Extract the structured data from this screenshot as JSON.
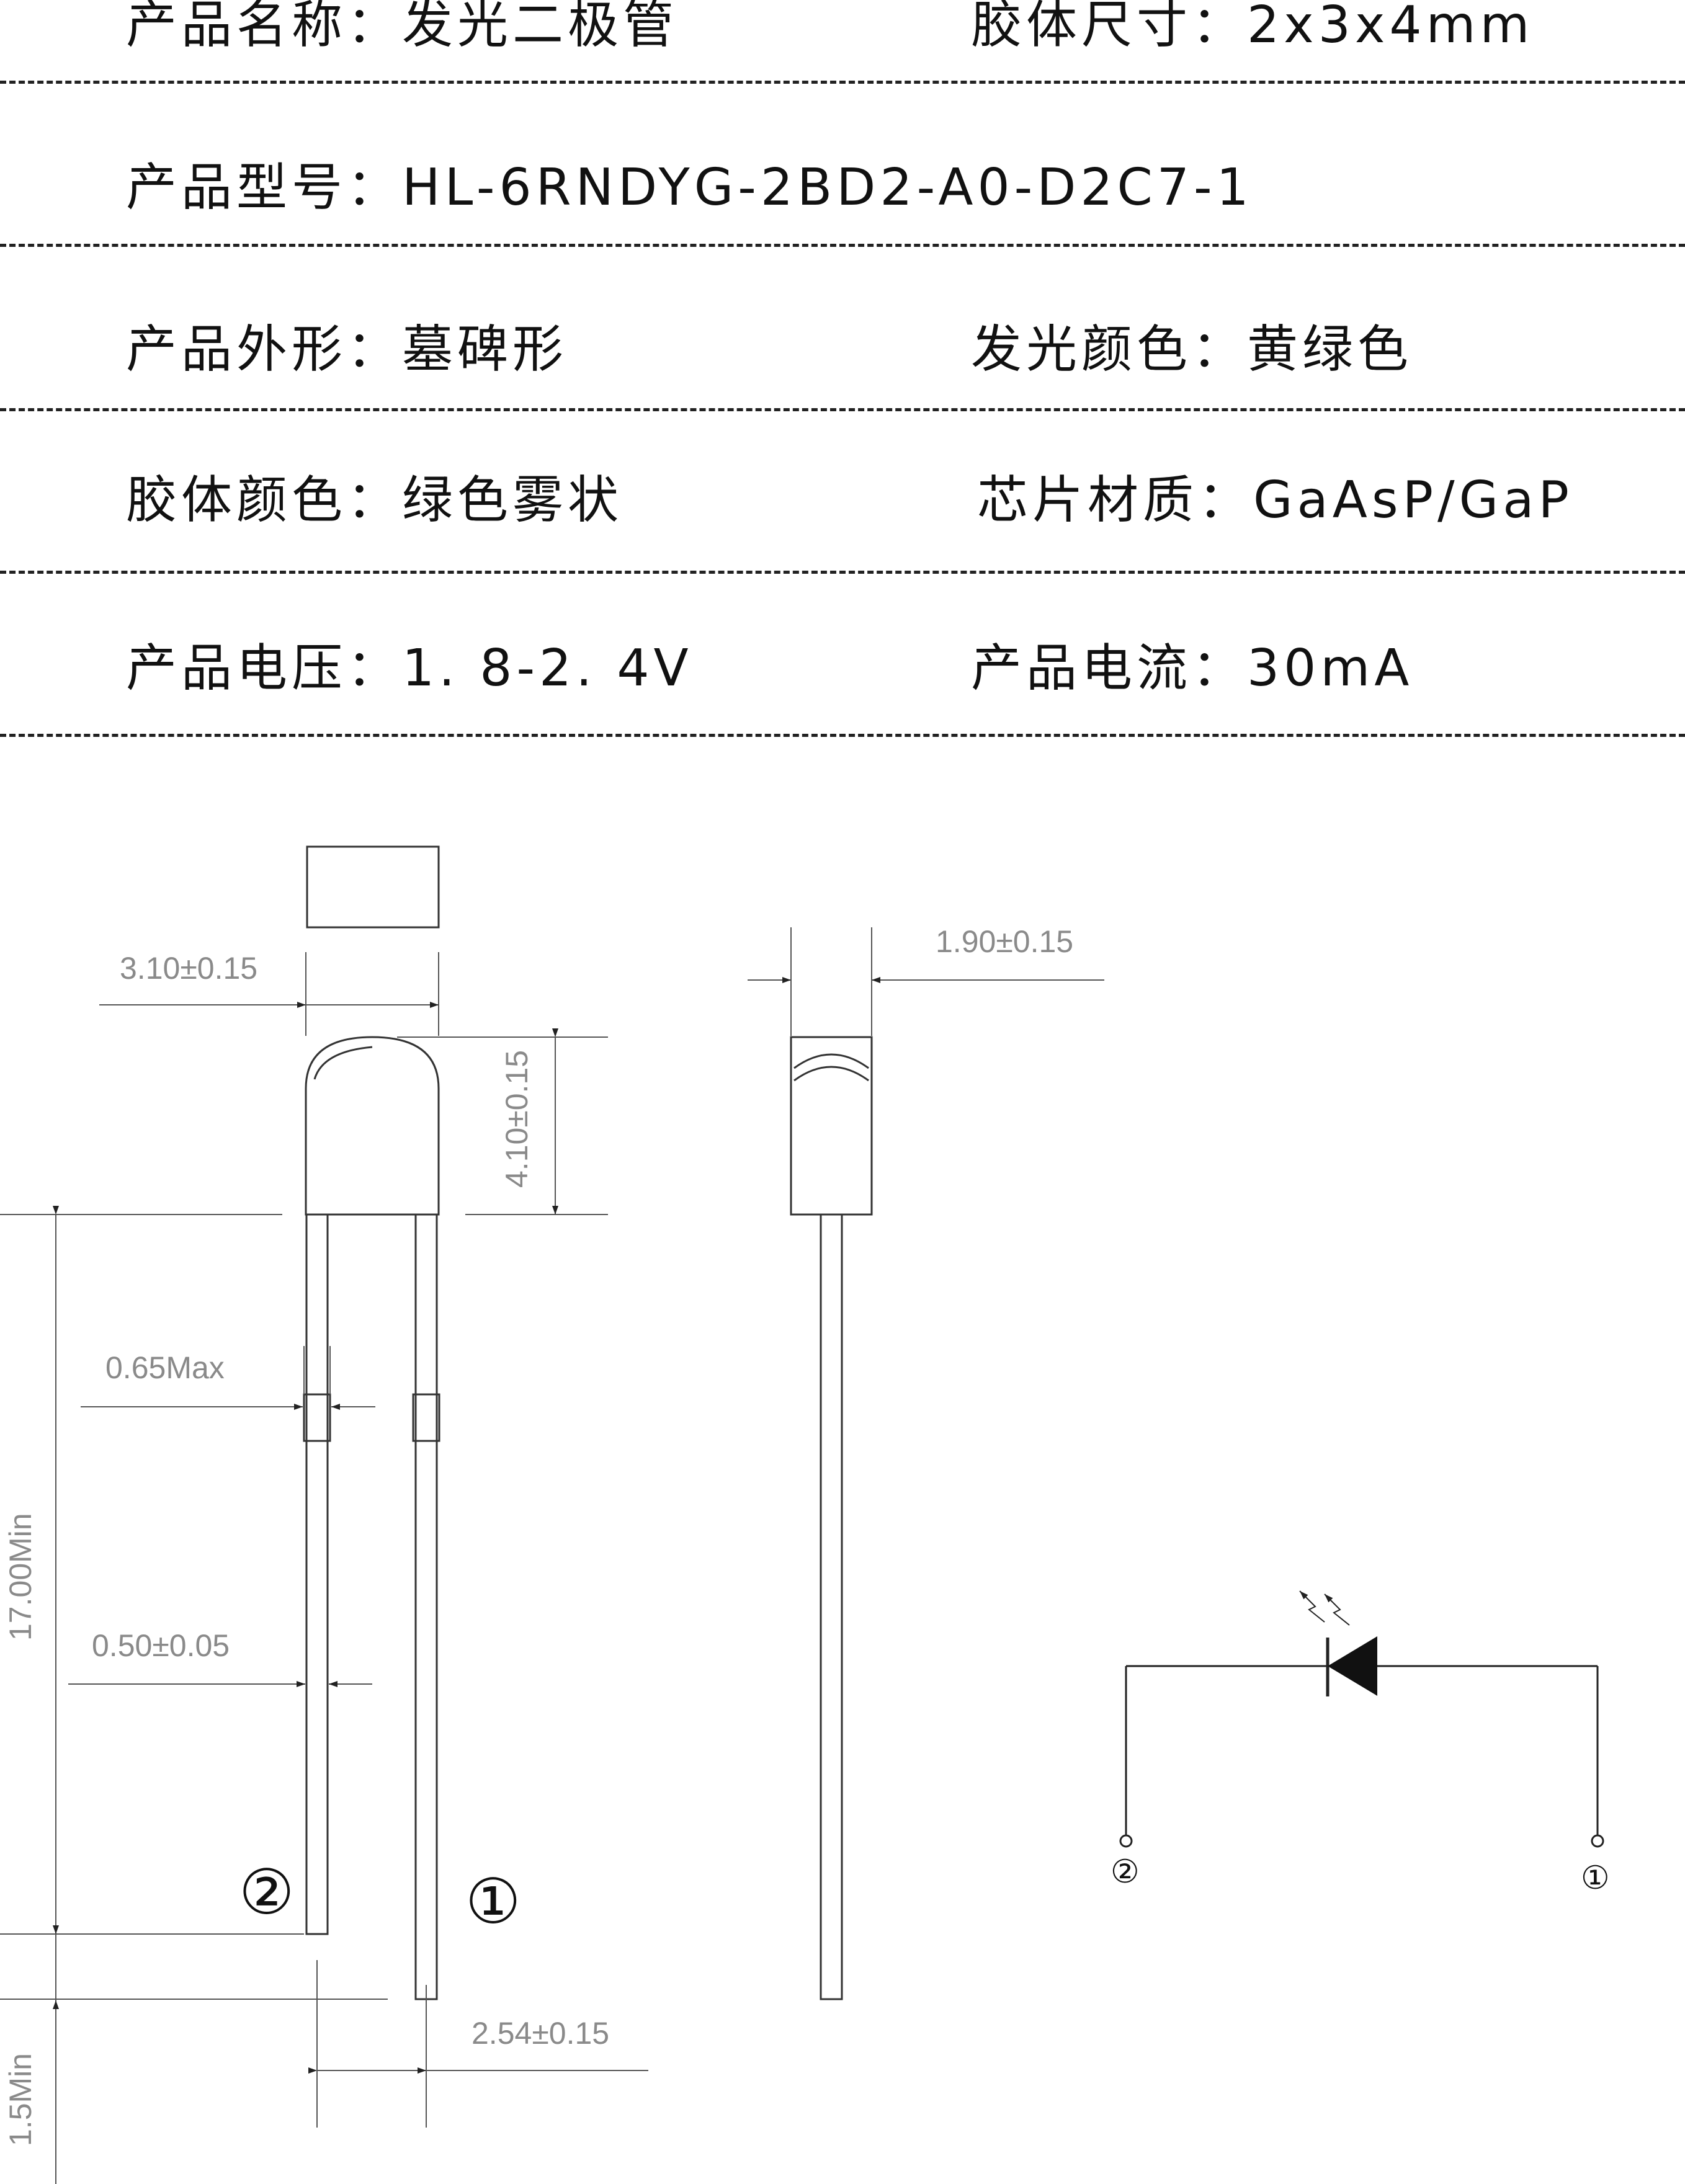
{
  "specs": {
    "product_name": "产品名称：发光二极管",
    "body_size": "胶体尺寸：2x3x4mm",
    "model": "产品型号：HL-6RNDYG-2BD2-A0-D2C7-1",
    "shape": "产品外形：墓碑形",
    "emit_color": "发光颜色：黄绿色",
    "body_color": "胶体颜色：绿色雾状",
    "chip_material": "芯片材质：GaAsP/GaP",
    "voltage": "产品电压：1. 8-2. 4V",
    "current": "产品电流：30mA"
  },
  "dimensions": {
    "width": "3.10±0.15",
    "height": "4.10±0.15",
    "thickness": "1.90±0.15",
    "lead_max": "0.65Max",
    "lead_width": "0.50±0.05",
    "lead_length": "17.00Min",
    "pitch": "2.54±0.15",
    "bottom": "1.5Min"
  },
  "pins": {
    "cathode": "②",
    "anode": "①"
  }
}
